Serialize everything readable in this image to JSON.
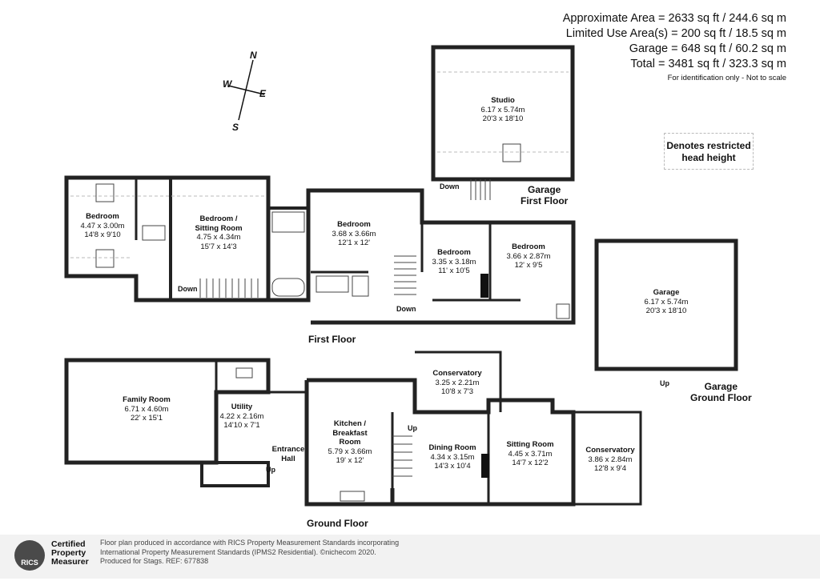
{
  "summary": {
    "area": "Approximate Area = 2633 sq ft / 244.6 sq m",
    "limited": "Limited Use Area(s) = 200 sq ft / 18.5 sq m",
    "garage": "Garage = 648 sq ft / 60.2 sq m",
    "total": "Total = 3481 sq ft / 323.3 sq m",
    "note": "For identification only - Not to scale"
  },
  "legend": {
    "line1": "Denotes restricted",
    "line2": "head height"
  },
  "compass": {
    "n": "N",
    "e": "E",
    "s": "S",
    "w": "W"
  },
  "floors": {
    "garage_first_1": "Garage",
    "garage_first_2": "First Floor",
    "first": "First Floor",
    "garage_ground_1": "Garage",
    "garage_ground_2": "Ground Floor",
    "ground": "Ground Floor"
  },
  "rooms": {
    "studio": {
      "name": "Studio",
      "m": "6.17 x 5.74m",
      "ft": "20'3 x 18'10"
    },
    "garage": {
      "name": "Garage",
      "m": "6.17 x 5.74m",
      "ft": "20'3 x 18'10"
    },
    "bed1": {
      "name": "Bedroom",
      "m": "4.47 x 3.00m",
      "ft": "14'8 x 9'10"
    },
    "bedsit": {
      "name1": "Bedroom /",
      "name2": "Sitting Room",
      "m": "4.75 x 4.34m",
      "ft": "15'7 x 14'3"
    },
    "bed2": {
      "name": "Bedroom",
      "m": "3.68 x 3.66m",
      "ft": "12'1 x 12'"
    },
    "bed3": {
      "name": "Bedroom",
      "m": "3.35 x 3.18m",
      "ft": "11' x 10'5"
    },
    "bed4": {
      "name": "Bedroom",
      "m": "3.66 x 2.87m",
      "ft": "12' x 9'5"
    },
    "family": {
      "name": "Family Room",
      "m": "6.71 x 4.60m",
      "ft": "22' x 15'1"
    },
    "utility": {
      "name": "Utility",
      "m": "4.22 x 2.16m",
      "ft": "14'10 x 7'1"
    },
    "hall": {
      "name1": "Entrance",
      "name2": "Hall"
    },
    "kitchen": {
      "name1": "Kitchen /",
      "name2": "Breakfast",
      "name3": "Room",
      "m": "5.79 x 3.66m",
      "ft": "19' x 12'"
    },
    "cons1": {
      "name": "Conservatory",
      "m": "3.25 x 2.21m",
      "ft": "10'8 x 7'3"
    },
    "dining": {
      "name": "Dining Room",
      "m": "4.34 x 3.15m",
      "ft": "14'3 x 10'4"
    },
    "sitting": {
      "name": "Sitting Room",
      "m": "4.45 x 3.71m",
      "ft": "14'7 x 12'2"
    },
    "cons2": {
      "name": "Conservatory",
      "m": "3.86 x 2.84m",
      "ft": "12'8 x 9'4"
    }
  },
  "stairs": {
    "down": "Down",
    "up": "Up"
  },
  "footer": {
    "badge": "RICS",
    "cert1": "Certified",
    "cert2": "Property",
    "cert3": "Measurer",
    "line1": "Floor plan produced in accordance with RICS Property Measurement Standards incorporating",
    "line2": "International Property Measurement Standards (IPMS2 Residential).  ©nichecom 2020.",
    "line3": "Produced for Stags.   REF: 677838"
  }
}
